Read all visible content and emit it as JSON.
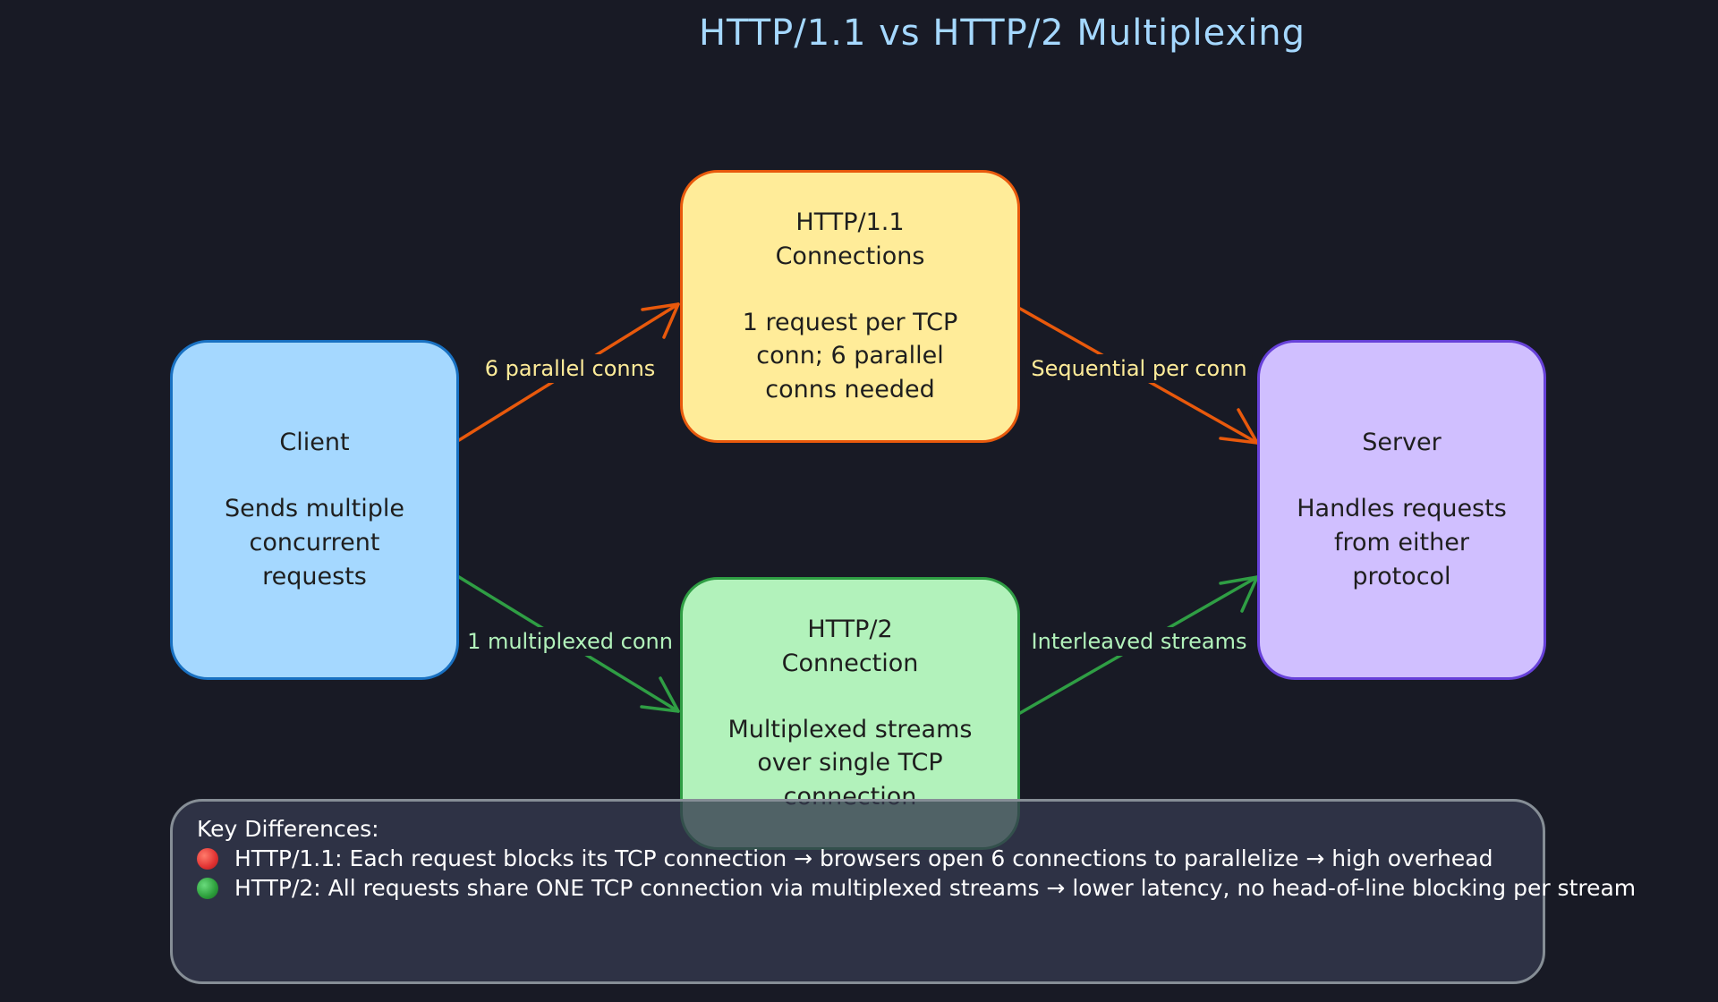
{
  "title": "HTTP/1.1 vs HTTP/2 Multiplexing",
  "colors": {
    "background": "#181a25",
    "title": "#a5d8ff",
    "orange_stroke": "#e8590c",
    "green_stroke": "#2f9e44"
  },
  "nodes": {
    "client": {
      "title": "Client",
      "body": [
        "Sends multiple",
        "concurrent",
        "requests"
      ]
    },
    "http11": {
      "title": [
        "HTTP/1.1",
        "Connections"
      ],
      "body": [
        "1 request per TCP",
        "conn; 6 parallel",
        "conns needed"
      ]
    },
    "http2": {
      "title": [
        "HTTP/2",
        "Connection"
      ],
      "body": [
        "Multiplexed streams",
        "over single TCP",
        "connection"
      ]
    },
    "server": {
      "title": "Server",
      "body": [
        "Handles requests",
        "from either",
        "protocol"
      ]
    }
  },
  "edges": {
    "client_to_http11": "6 parallel conns",
    "http11_to_server": "Sequential per conn",
    "client_to_http2": "1 multiplexed conn",
    "http2_to_server": "Interleaved streams"
  },
  "notes": {
    "heading": "Key Differences:",
    "items": [
      {
        "status_icon": "red-circle-icon",
        "text": "HTTP/1.1: Each request blocks its TCP connection → browsers open 6 connections to parallelize → high overhead"
      },
      {
        "status_icon": "green-circle-icon",
        "text": "HTTP/2: All requests share ONE TCP connection via multiplexed streams → lower latency, no head-of-line blocking per stream"
      }
    ]
  }
}
